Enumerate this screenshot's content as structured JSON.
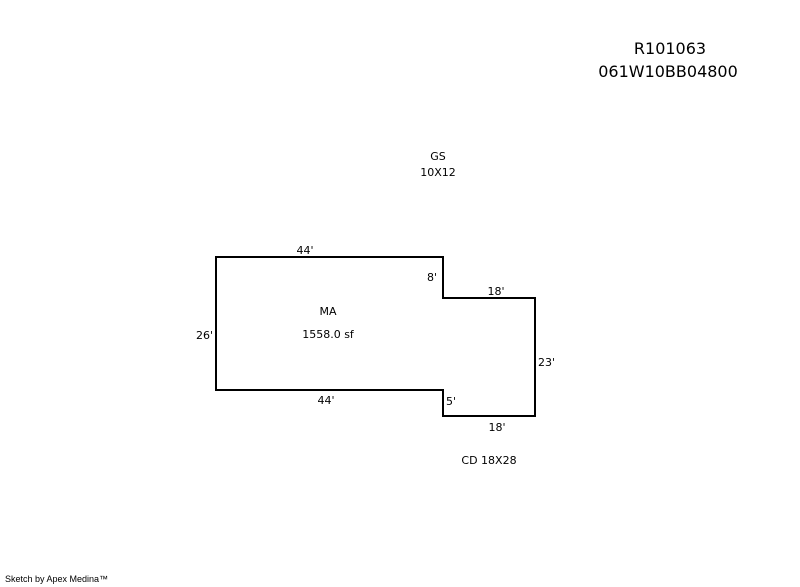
{
  "header": {
    "parcel_id": "R101063",
    "map_number": "061W10BB04800"
  },
  "outbuilding": {
    "code": "GS",
    "size": "10X12"
  },
  "main_area": {
    "code": "MA",
    "area": "1558.0 sf"
  },
  "dimensions": {
    "top": "44'",
    "left": "26'",
    "bottom": "44'",
    "step_upper": "8'",
    "ext_top": "18'",
    "ext_right": "23'",
    "step_lower": "5'",
    "ext_bottom": "18'"
  },
  "deck": {
    "label": "CD 18X28"
  },
  "footer": {
    "credit": "Sketch by Apex Medina™"
  },
  "colors": {
    "line": "#000000",
    "background": "#ffffff"
  }
}
